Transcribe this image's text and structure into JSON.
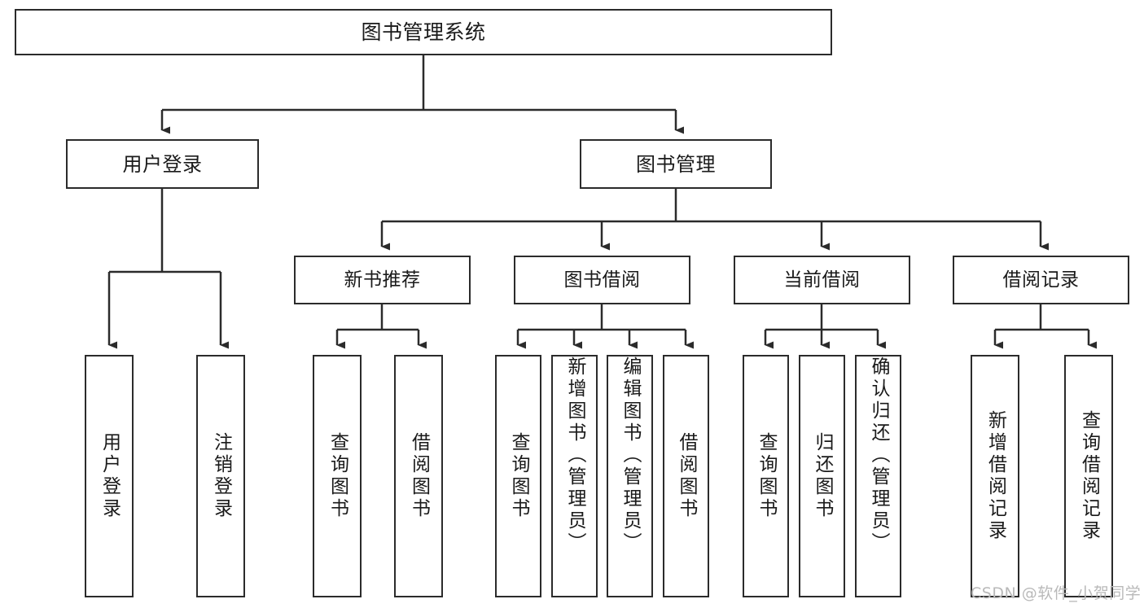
{
  "diagram": {
    "type": "tree",
    "title": "图书管理系统",
    "orientation": "top-down",
    "colors": {
      "stroke": "#2b2b2b",
      "fill": "#ffffff",
      "text": "#1a1a1a",
      "watermark": "#b9b9b9"
    },
    "root": {
      "label": "图书管理系统",
      "level": 1
    },
    "level2": [
      {
        "label": "用户登录"
      },
      {
        "label": "图书管理"
      }
    ],
    "level3": [
      {
        "label": "新书推荐"
      },
      {
        "label": "图书借阅"
      },
      {
        "label": "当前借阅"
      },
      {
        "label": "借阅记录"
      }
    ],
    "leaves": {
      "user_login": [
        {
          "label": "用户登录"
        },
        {
          "label": "注销登录"
        }
      ],
      "new_book_recommend": [
        {
          "label": "查询图书"
        },
        {
          "label": "借阅图书"
        }
      ],
      "book_borrow": [
        {
          "label": "查询图书"
        },
        {
          "label": "新增图书（管理员）"
        },
        {
          "label": "编辑图书（管理员）"
        },
        {
          "label": "借阅图书"
        }
      ],
      "current_borrow": [
        {
          "label": "查询图书"
        },
        {
          "label": "归还图书"
        },
        {
          "label": "确认归还（管理员）"
        }
      ],
      "borrow_record": [
        {
          "label": "新增借阅记录"
        },
        {
          "label": "查询借阅记录"
        }
      ]
    }
  },
  "watermark": {
    "text": "CSDN @软件_小贺同学"
  }
}
